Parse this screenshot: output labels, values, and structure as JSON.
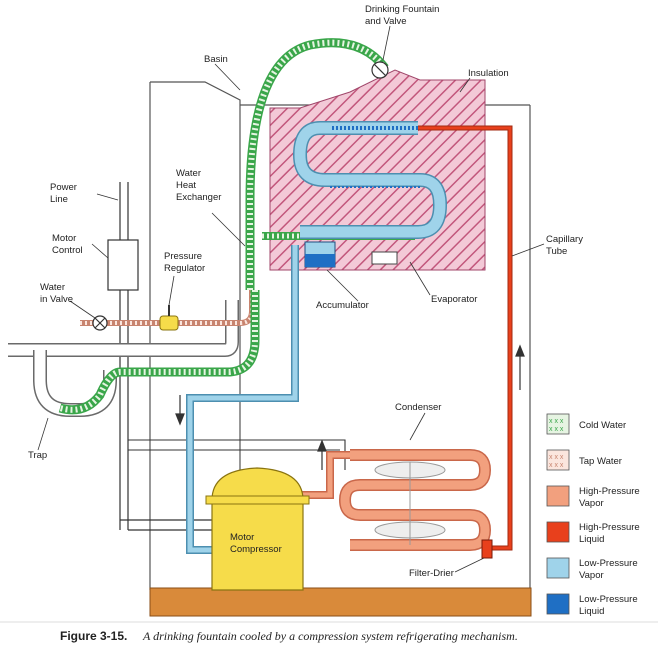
{
  "labels": {
    "drinking_fountain_l1": "Drinking Fountain",
    "drinking_fountain_l2": "and Valve",
    "basin": "Basin",
    "insulation": "Insulation",
    "power_line_l1": "Power",
    "power_line_l2": "Line",
    "motor_control_l1": "Motor",
    "motor_control_l2": "Control",
    "water_heat_exchanger_l1": "Water",
    "water_heat_exchanger_l2": "Heat",
    "water_heat_exchanger_l3": "Exchanger",
    "pressure_regulator_l1": "Pressure",
    "pressure_regulator_l2": "Regulator",
    "water_in_valve_l1": "Water",
    "water_in_valve_l2": "in Valve",
    "capillary_tube_l1": "Capillary",
    "capillary_tube_l2": "Tube",
    "accumulator": "Accumulator",
    "evaporator": "Evaporator",
    "condenser": "Condenser",
    "trap": "Trap",
    "motor_compressor_l1": "Motor",
    "motor_compressor_l2": "Compressor",
    "filter_drier": "Filter-Drier"
  },
  "legend": [
    {
      "id": "cold-water",
      "lines": [
        "Cold Water"
      ],
      "color": "#e6f4e2",
      "mark": "x",
      "mark_color": "#3aa64a"
    },
    {
      "id": "tap-water",
      "lines": [
        "Tap Water"
      ],
      "color": "#fbe6de",
      "mark": "x",
      "mark_color": "#c8846f"
    },
    {
      "id": "high-pressure-vapor",
      "lines": [
        "High-Pressure",
        "Vapor"
      ],
      "color": "#f2a07e",
      "mark": "none",
      "mark_color": ""
    },
    {
      "id": "high-pressure-liquid",
      "lines": [
        "High-Pressure",
        "Liquid"
      ],
      "color": "#e8401c",
      "mark": "none",
      "mark_color": ""
    },
    {
      "id": "low-pressure-vapor",
      "lines": [
        "Low-Pressure",
        "Vapor"
      ],
      "color": "#9fd3ea",
      "mark": "none",
      "mark_color": ""
    },
    {
      "id": "low-pressure-liquid",
      "lines": [
        "Low-Pressure",
        "Liquid"
      ],
      "color": "#1f6fc4",
      "mark": "none",
      "mark_color": ""
    }
  ],
  "caption": {
    "number": "Figure 3-15.",
    "text": "A drinking fountain cooled by a compression system refrigerating mechanism."
  },
  "colors": {
    "cold_water": "#3aa64a",
    "tap_water": "#c8846f",
    "hp_vapor": "#f2a07e",
    "hp_liquid": "#e8401c",
    "lp_vapor": "#9fd3ea",
    "lp_liquid": "#1f6fc4",
    "insulation": "#d98aa6",
    "compressor": "#f6dc4a",
    "base": "#d98a3a"
  }
}
